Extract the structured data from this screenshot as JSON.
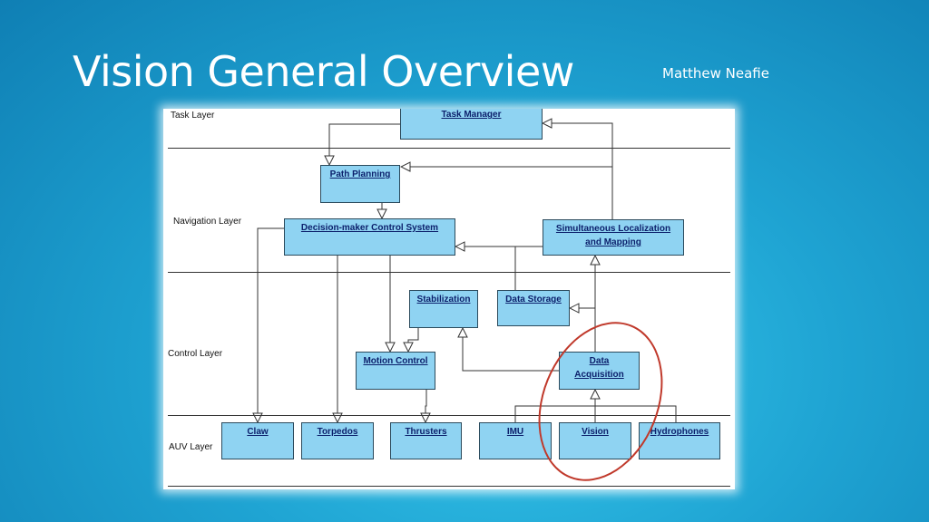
{
  "slide": {
    "title": "Vision General Overview",
    "author": "Matthew Neafie"
  },
  "diagram": {
    "layers": {
      "task": "Task Layer",
      "navigation": "Navigation Layer",
      "control": "Control Layer",
      "auv": "AUV Layer"
    },
    "boxes": {
      "task_manager": "Task Manager",
      "path_planning": "Path Planning",
      "decision_maker": "Decision-maker Control System",
      "slam_line1": "Simultaneous Localization",
      "slam_line2": "and Mapping",
      "stabilization": "Stabilization",
      "data_storage": "Data Storage",
      "motion_control": "Motion Control",
      "data_acq_line1": "Data",
      "data_acq_line2": "Acquisition",
      "claw": "Claw",
      "torpedos": "Torpedos",
      "thrusters": "Thrusters",
      "imu": "IMU",
      "vision": "Vision",
      "hydrophones": "Hydrophones"
    },
    "highlight_color": "#c0392b",
    "box_color": "#8fd3f2"
  }
}
